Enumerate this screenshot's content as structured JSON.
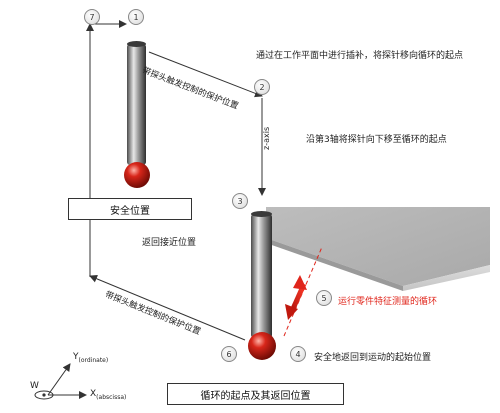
{
  "steps": [
    "1",
    "2",
    "3",
    "4",
    "5",
    "6",
    "7"
  ],
  "annotations": {
    "interpolate": "通过在工作平面中进行插补，将探针移向循环的起点",
    "move_down": "沿第3轴将探针向下移至循环的起点",
    "run_cycle": "运行零件特征测量的循环",
    "safe_return": "安全地返回到运动的起始位置",
    "return_approach": "返回接近位置",
    "protected_upper": "带探头触发控制的保护位置",
    "protected_lower": "带探头触发控制的保护位置",
    "z_axis": "z-axis"
  },
  "boxes": {
    "safe_position": "安全位置",
    "cycle_start_return": "循环的起点及其返回位置"
  },
  "axes": {
    "y_label": "Y",
    "y_sub": "(ordinate)",
    "x_label": "X",
    "x_sub": "(abscissa)",
    "w_label": "W"
  },
  "colors": {
    "red_text": "#e0251b",
    "probe_tip": "#c0180e",
    "arrow": "#333333",
    "workpiece": "#b7b7b7"
  }
}
